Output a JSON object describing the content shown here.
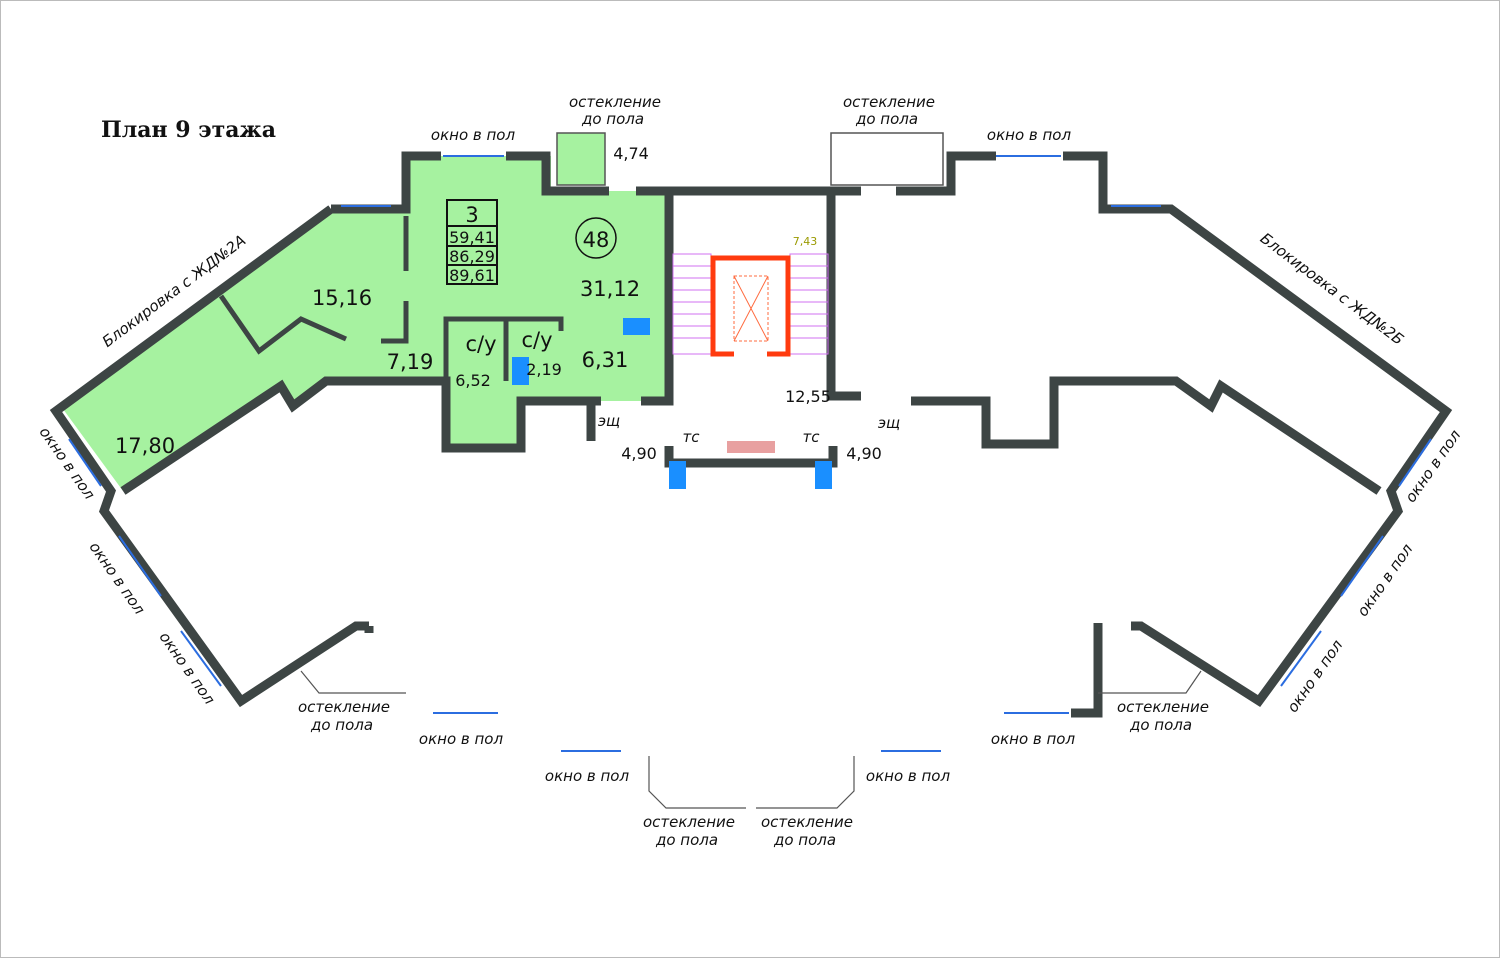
{
  "title": "План 9 этажа",
  "apartment": {
    "number": "48",
    "rooms": "3",
    "living_area": "59,41",
    "total_area": "86,29",
    "total_with_balcony": "89,61",
    "color": "#a6f2a0",
    "spaces": {
      "balcony": "4,74",
      "living": "31,12",
      "room_1": "15,16",
      "room_2": "17,80",
      "hall": "7,19",
      "bath_1_label": "с/у",
      "bath_1_area": "6,52",
      "bath_2_label": "с/у",
      "bath_2_area": "2,19",
      "kitchen_nook": "6,31"
    }
  },
  "common": {
    "stair_hall": "12,55",
    "stair_mark": "7,43",
    "lobby_left": "4,90",
    "lobby_right": "4,90",
    "esh_left": "эщ",
    "esh_right": "эщ",
    "tc_left": "тс",
    "tc_right": "тс"
  },
  "notes": {
    "block_left": "Блокировка с ЖД№2А",
    "block_right": "Блокировка с ЖД№2Б",
    "window_floor": "окно в пол",
    "glazing_1": "остекление",
    "glazing_2": "до пола"
  },
  "colors": {
    "wall": "#3d4544",
    "elevator": "#ff3b0f",
    "stairs": "#d070f0",
    "window": "#2b6de0",
    "riser": "#1a8fff"
  }
}
